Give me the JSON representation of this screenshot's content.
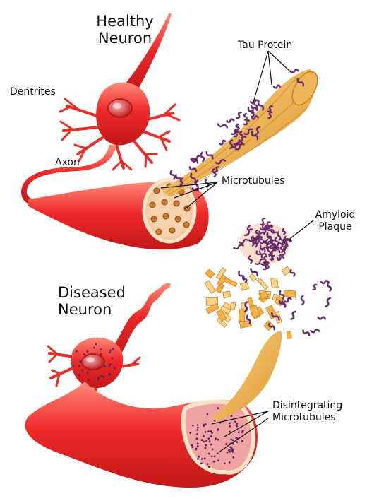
{
  "healthy": {
    "title_line1": "Healthy",
    "title_line2": "Neuron",
    "labels": {
      "dendrites": "Dentrites",
      "axon": "Axon",
      "tau": "Tau Protein",
      "microtubules": "Microtubules"
    }
  },
  "diseased": {
    "title_line1": "Diseased",
    "title_line2": "Neuron",
    "labels": {
      "amyloid_line1": "Amyloid",
      "amyloid_line2": "Plaque",
      "disint_line1": "Disintegrating",
      "disint_line2": "Microtubules"
    }
  },
  "colors": {
    "neuron": "#ee2a2a",
    "neuron_light": "#ff7a6a",
    "neuron_dark": "#c41a1a",
    "cut_face": "#f6d8b0",
    "microtubule": "#f2b247",
    "tau": "#6a2c6e",
    "dots": "#5a2468"
  }
}
